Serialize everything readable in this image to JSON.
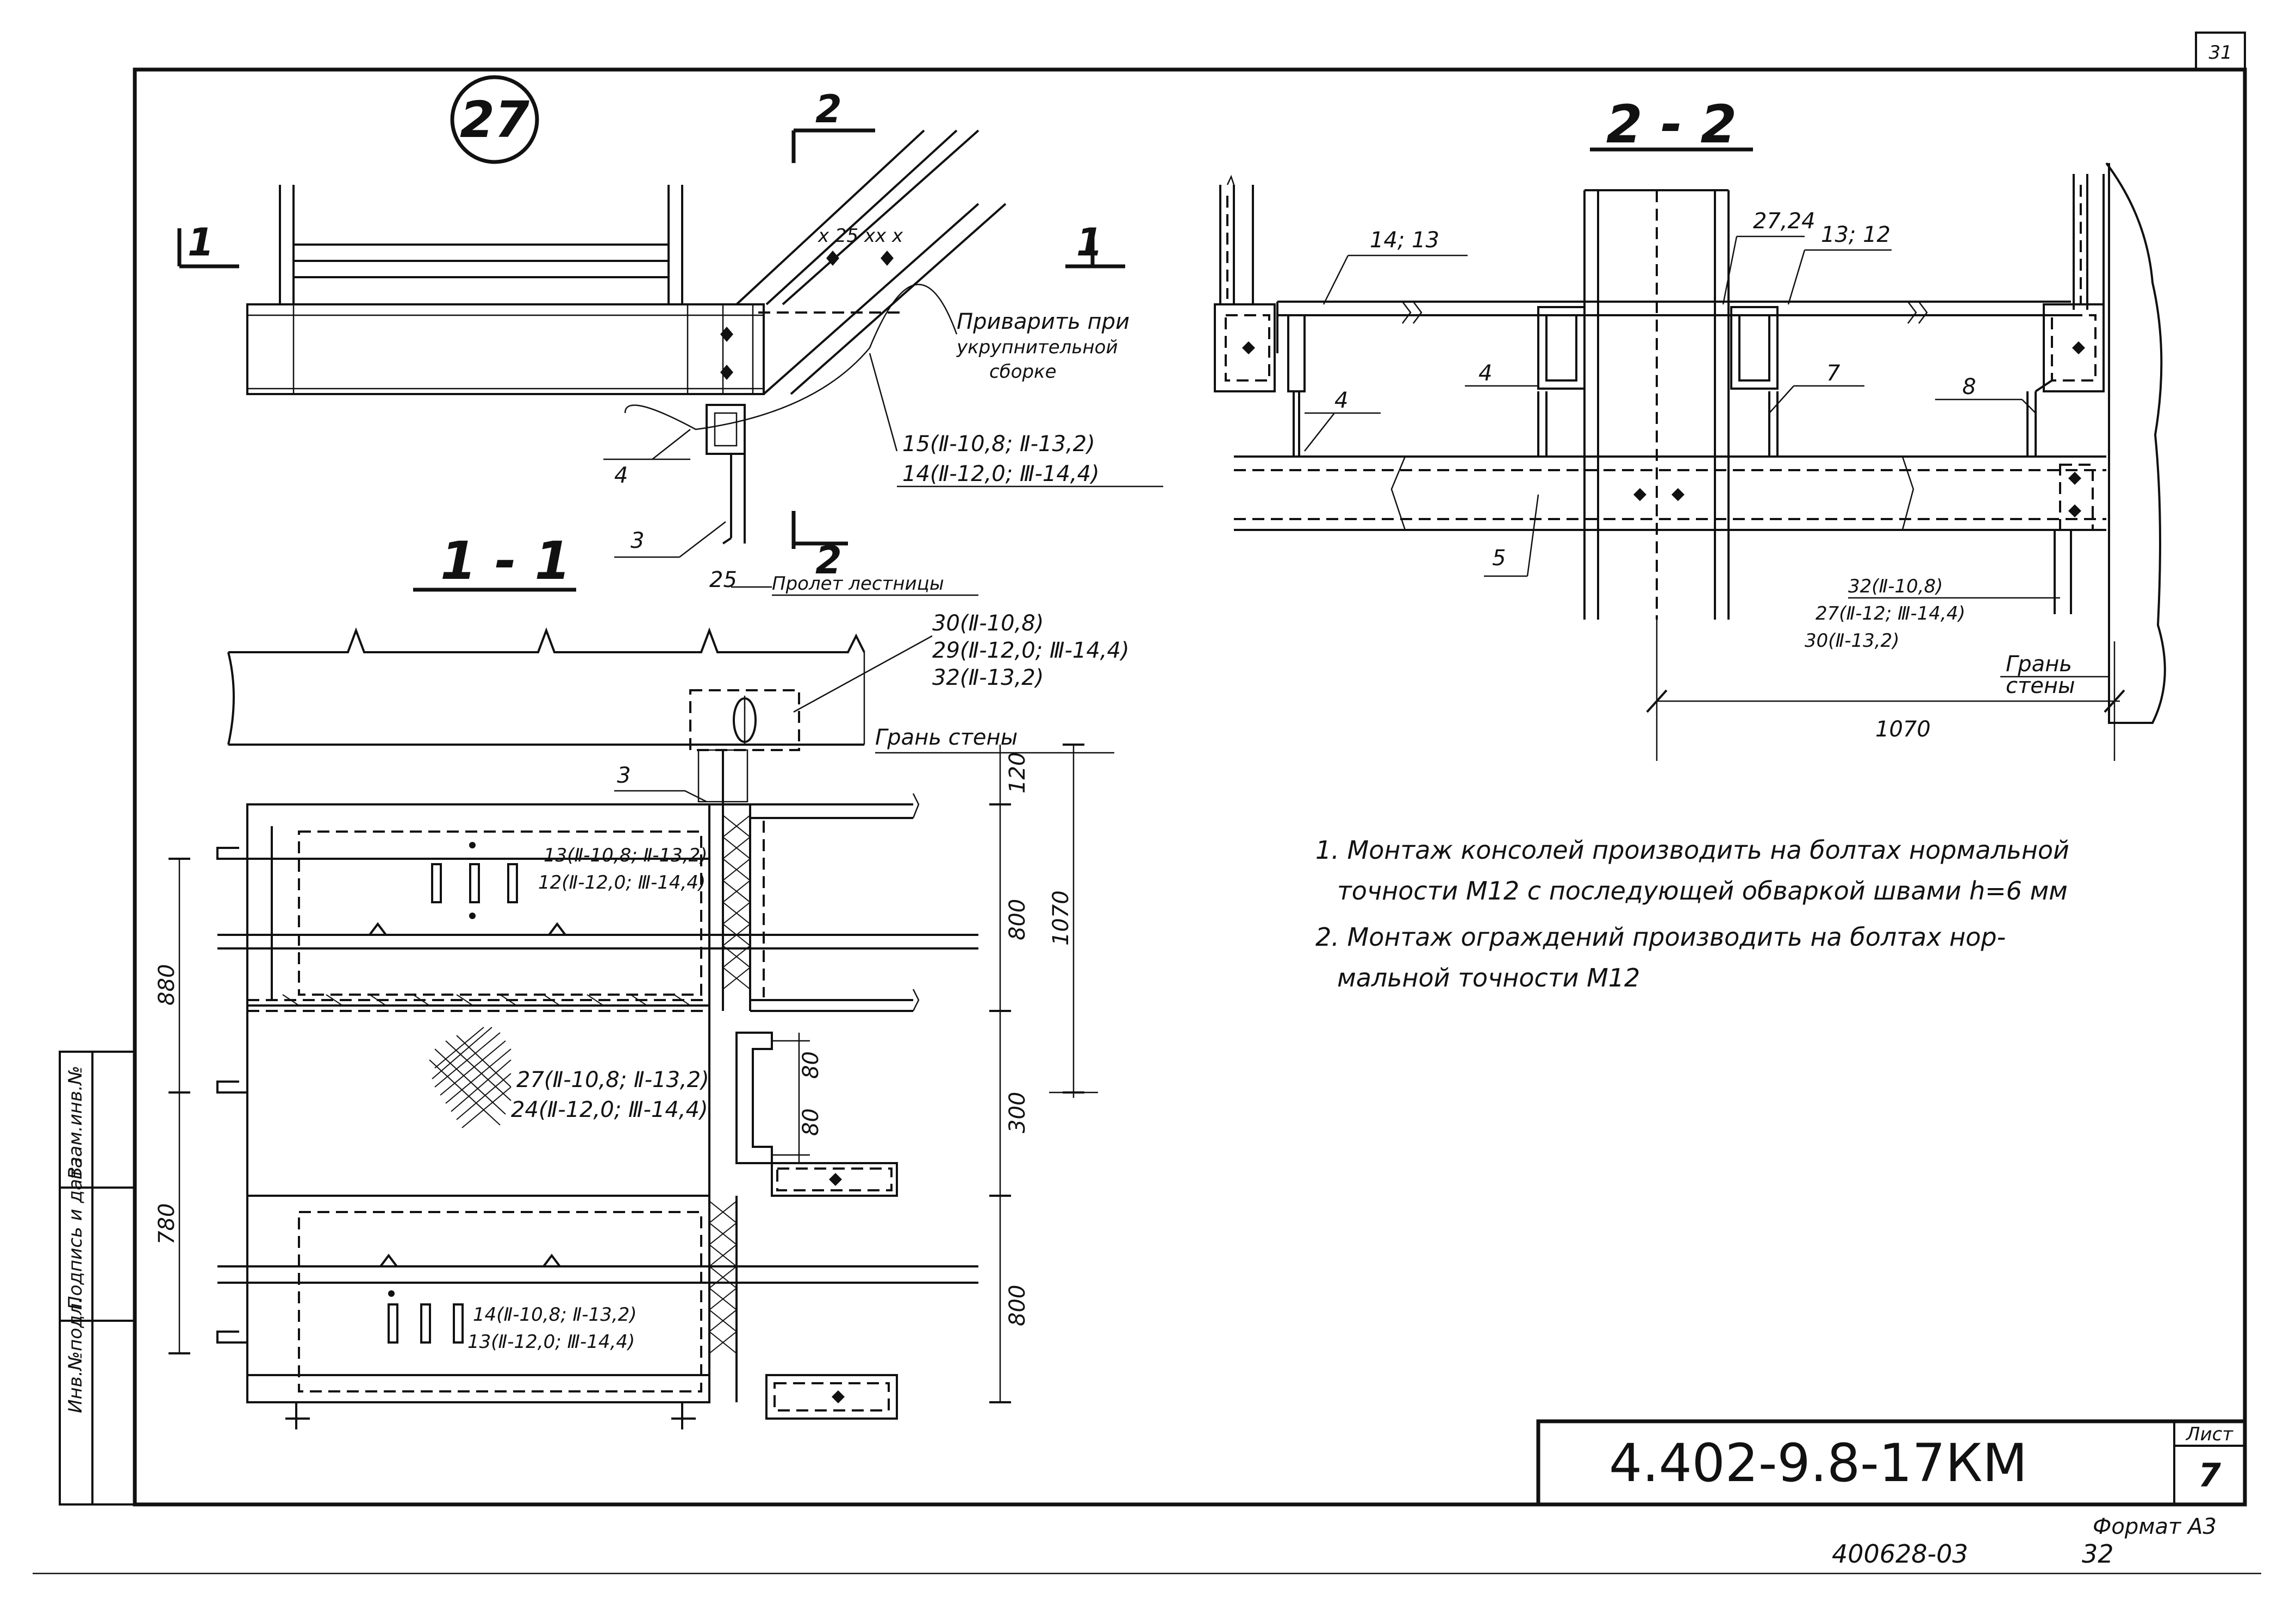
{
  "sheet": {
    "corner_number": "31",
    "title_block_code": "4.402-9.8-17КМ",
    "sheet_label": "Лист",
    "sheet_number": "7",
    "format": "Формат А3",
    "archive_code": "400628-03",
    "archive_page": "32"
  },
  "side_stamp": [
    "Инв.№подл.",
    "Подпись и дата",
    "Взам.инв.№"
  ],
  "node": {
    "number": "27",
    "section_arrow_top": "2",
    "section_arrow_bottom": "2",
    "cut_marks": [
      "1",
      "1"
    ],
    "weld_note": [
      "Приварить при",
      "укрупнительной",
      "сборке"
    ],
    "callout_15": "15(Ⅱ-10,8; Ⅱ-13,2)",
    "callout_14": "14(Ⅱ-12,0; Ⅲ-14,4)",
    "pos_4": "4",
    "pos_3": "3",
    "dim_25": "25",
    "stair_span": "Пролет лестницы",
    "weld_marks": "х 25 хх х"
  },
  "section_11": {
    "title": "1 - 1",
    "callout_30": "30(Ⅱ-10,8)",
    "callout_29": "29(Ⅱ-12,0; Ⅲ-14,4)",
    "callout_32": "32(Ⅱ-13,2)",
    "wall_face": "Грань стены",
    "pos_3": "3",
    "callout_13a": "13(Ⅱ-10,8; Ⅱ-13,2)",
    "callout_12a": "12(Ⅱ-12,0; Ⅲ-14,4)",
    "callout_27": "27(Ⅱ-10,8; Ⅱ-13,2)",
    "callout_24": "24(Ⅱ-12,0; Ⅲ-14,4)",
    "callout_14b": "14(Ⅱ-10,8; Ⅱ-13,2)",
    "callout_13b": "13(Ⅱ-12,0; Ⅲ-14,4)",
    "dims": {
      "d120": "120",
      "d800a": "800",
      "d1070": "1070",
      "d300": "300",
      "d800b": "800",
      "d80a": "80",
      "d80b": "80",
      "d880": "880",
      "d780": "780"
    }
  },
  "section_22": {
    "title": "2 - 2",
    "callout_14_13": "14; 13",
    "callout_27_24": "27,24",
    "callout_13_12": "13; 12",
    "pos_4a": "4",
    "pos_4b": "4",
    "pos_7": "7",
    "pos_8": "8",
    "pos_5": "5",
    "callout_32": "32(Ⅱ-10,8)",
    "callout_27": "27(Ⅱ-12; Ⅲ-14,4)",
    "callout_30": "30(Ⅱ-13,2)",
    "wall_face_1": "Грань",
    "wall_face_2": "стены",
    "dim_1070": "1070"
  },
  "notes": {
    "n1_line1": "1. Монтаж консолей производить на болтах нормальной",
    "n1_line2": "точности М12 с последующей обваркой швами h=6 мм",
    "n2_line1": "2. Монтаж ограждений производить на болтах нор-",
    "n2_line2": "мальной точности М12"
  }
}
